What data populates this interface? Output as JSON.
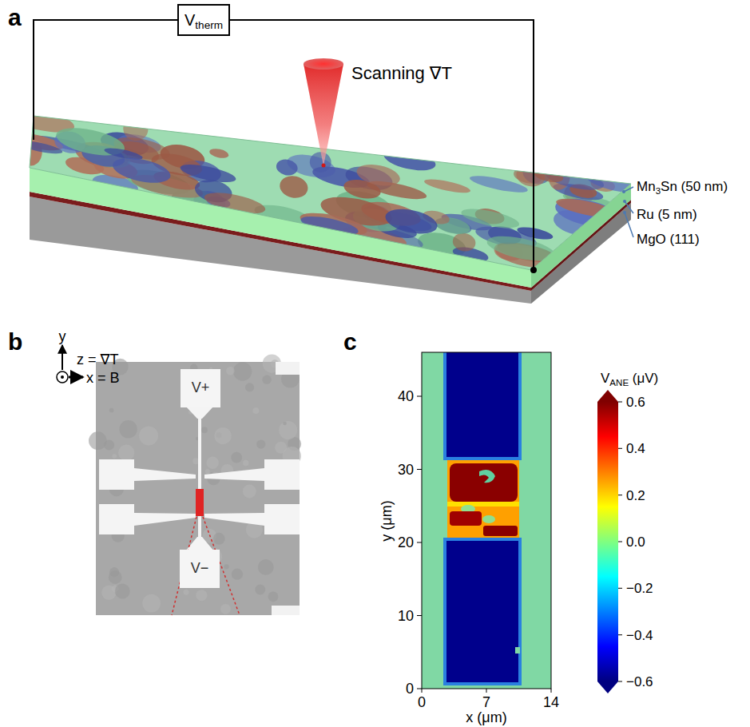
{
  "diagram": {
    "nodes": [
      {
        "text": [
          "Vtherm"
        ]
      },
      {
        "text": [
          "V+"
        ]
      },
      {
        "text": [
          "V−"
        ]
      }
    ],
    "labels": [
      "a",
      "Scanning ∇T",
      "Mn3Sn (50 nm)",
      "Ru (5 nm)",
      "MgO (111)",
      "b",
      "y",
      "z = ∇T",
      "x = B",
      "c",
      "40",
      "30",
      "20",
      "10",
      "0",
      "y (μm)",
      "0",
      "7",
      "14",
      "x (μm)",
      "VANE (μV)",
      "0.6",
      "0.4",
      "0.2",
      "0.0",
      "−0.2",
      "−0.4",
      "−0.6"
    ]
  }
}
